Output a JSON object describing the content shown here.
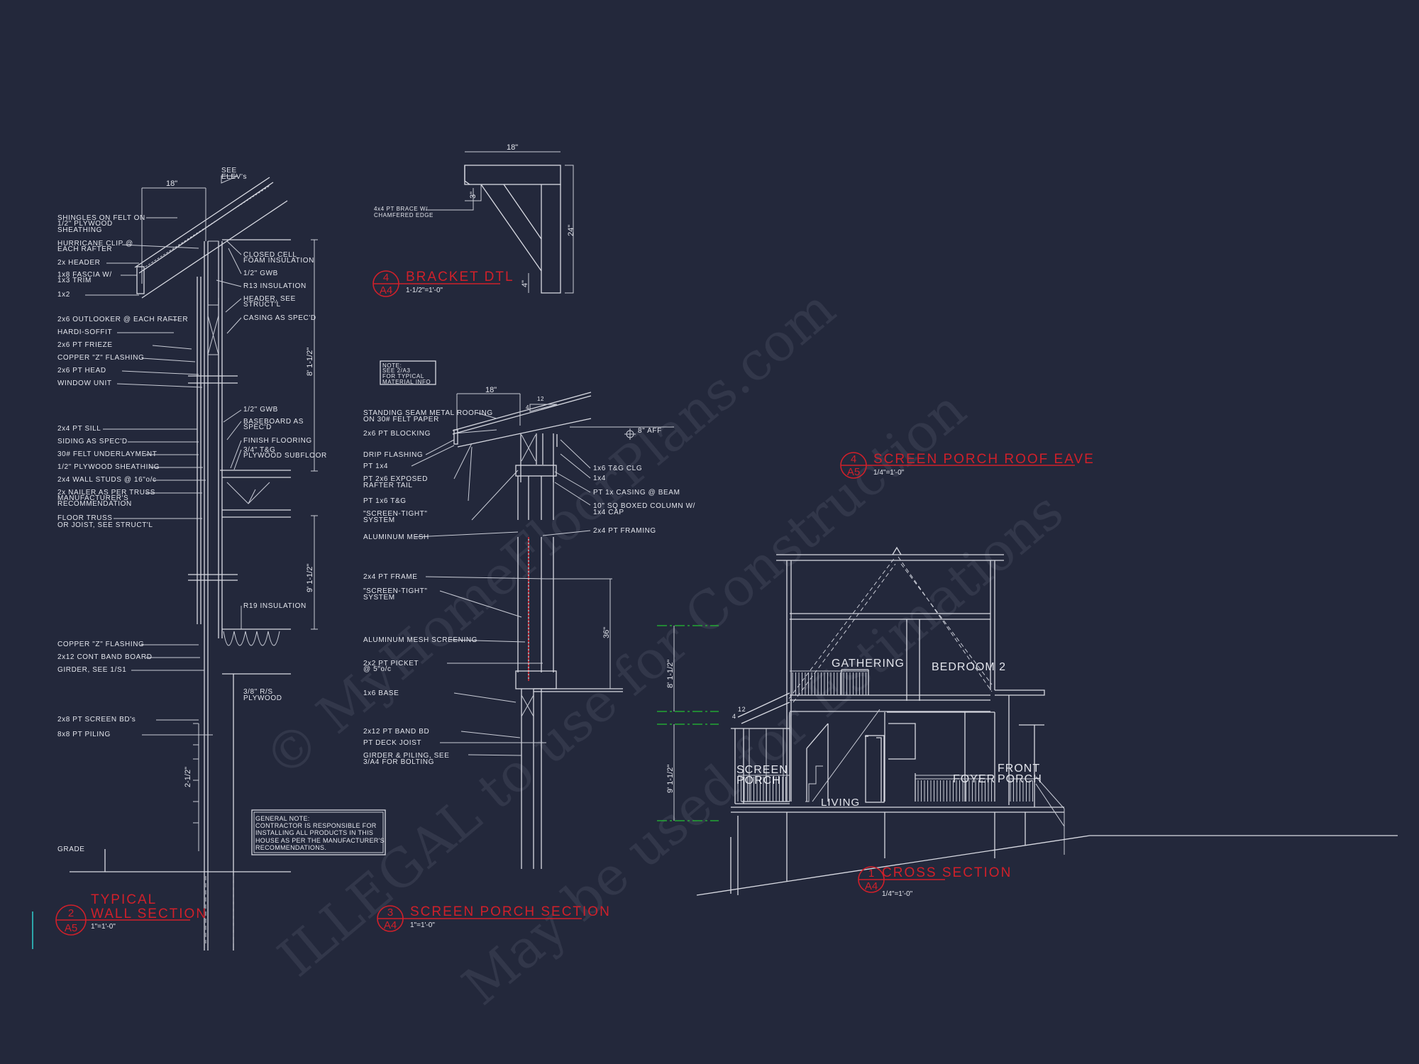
{
  "colors": {
    "background": "#23283b",
    "linework": "#d9dbe3",
    "titles": "#d0202a",
    "gridlines": "#22c032"
  },
  "watermark": [
    "© MyHomeFloorPlans.com",
    "ILLEGAL to use for Construction",
    "May be used for Estimations"
  ],
  "wall_section": {
    "title_line1": "TYPICAL",
    "title_line2": "WALL SECTION",
    "detail_no": "2",
    "sheet": "A5",
    "scale": "1\"=1'-0\"",
    "dims": {
      "overhang": "18\"",
      "upper": "8' 1-1/2\"",
      "lower": "9' 1-1/2\"",
      "screen": "2-1/2\"",
      "see": "SEE",
      "elev": "ELEV's"
    },
    "left_labels": [
      "SHINGLES ON FELT ON",
      "1/2\" PLYWOOD",
      "SHEATHING",
      "HURRICANE CLIP @",
      "EACH RAFTER",
      "2x HEADER",
      "1x8 FASCIA W/",
      "1x3 TRIM",
      "1x2",
      "2x6 OUTLOOKER @ EACH RAFTER",
      "HARDI-SOFFIT",
      "2x6 PT FRIEZE",
      "COPPER \"Z\" FLASHING",
      "2x6 PT HEAD",
      "WINDOW UNIT",
      "2x4 PT SILL",
      "SIDING AS SPEC'D",
      "30# FELT UNDERLAYMENT",
      "1/2\" PLYWOOD SHEATHING",
      "2x4 WALL STUDS @ 16\"o/c",
      "2x NAILER AS PER TRUSS",
      "MANUFACTURER'S",
      "RECOMMENDATION",
      "FLOOR TRUSS",
      "OR JOIST, SEE STRUCT'L",
      "COPPER \"Z\" FLASHING",
      "2x12 CONT BAND BOARD",
      "GIRDER, SEE 1/S1",
      "2x8 PT SCREEN BD's",
      "8x8 PT PILING",
      "GRADE"
    ],
    "right_labels": [
      "CLOSED CELL",
      "FOAM INSULATION",
      "1/2\" GWB",
      "R13 INSULATION",
      "HEADER, SEE",
      "STRUCT'L",
      "CASING AS SPEC'D",
      "1/2\" GWB",
      "BASEBOARD AS",
      "SPEC'D",
      "FINISH FLOORING",
      "3/4\" T&G",
      "PLYWOOD SUBFLOOR",
      "R19 INSULATION",
      "3/8\" R/S",
      "PLYWOOD"
    ]
  },
  "general_note": [
    "GENERAL NOTE:",
    "CONTRACTOR IS RESPONSIBLE FOR",
    "INSTALLING ALL PRODUCTS IN THIS",
    "HOUSE AS PER THE MANUFACTURER'S",
    "RECOMMENDATIONS."
  ],
  "bracket_detail": {
    "title": "BRACKET DTL",
    "detail_no": "4",
    "sheet": "A4",
    "scale": "1-1/2\"=1'-0\"",
    "label": [
      "4x4 PT BRACE W/",
      "CHAMFERED EDGE"
    ],
    "dims": {
      "width": "18\"",
      "height": "24\"",
      "top": "3\"",
      "bottom": "4\""
    }
  },
  "porch_section": {
    "title": "SCREEN PORCH SECTION",
    "detail_no": "3",
    "sheet": "A4",
    "scale": "1\"=1'-0\"",
    "note": [
      "NOTE:",
      "SEE 2/A3",
      "FOR TYPICAL",
      "MATERIAL INFO"
    ],
    "dims": {
      "overhang": "18\"",
      "pitch_rise": "4",
      "pitch_run": "12",
      "aff": "8\" AFF",
      "rail": "36\""
    },
    "left_labels": [
      "STANDING SEAM METAL ROOFING",
      "ON 30# FELT PAPER",
      "2x6 PT BLOCKING",
      "DRIP FLASHING",
      "PT 1x4",
      "PT 2x6 EXPOSED",
      "RAFTER TAIL",
      "PT 1x6 T&G",
      "\"SCREEN-TIGHT\"",
      "SYSTEM",
      "ALUMINUM MESH",
      "2x4 PT FRAME",
      "\"SCREEN-TIGHT\"",
      "SYSTEM",
      "ALUMINUM MESH SCREENING",
      "2x2 PT PICKET",
      "@ 5\"o/c",
      "1x6 BASE",
      "2x12 PT BAND BD",
      "PT DECK JOIST",
      "GIRDER & PILING, SEE",
      "3/A4 FOR BOLTING"
    ],
    "right_labels": [
      "1x6 T&G CLG",
      "1x4",
      "PT 1x CASING @ BEAM",
      "10\" SQ BOXED COLUMN W/",
      "1x4 CAP",
      "2x4 PT FRAMING"
    ]
  },
  "roof_eave": {
    "title": "SCREEN PORCH ROOF EAVE",
    "detail_no": "4",
    "sheet": "A5",
    "scale": "1/4\"=1'-0\""
  },
  "cross_section": {
    "title": "CROSS SECTION",
    "detail_no": "1",
    "sheet": "A4",
    "scale": "1/4\"=1'-0\"",
    "rooms": [
      "GATHERING",
      "BEDROOM 2",
      "SCREEN",
      "PORCH",
      "LIVING",
      "FOYER",
      "FRONT",
      "PORCH"
    ],
    "dims": {
      "upper": "8' 1-1/2\"",
      "lower": "9' 1-1/2\"",
      "pitch_rise": "4",
      "pitch_run": "12"
    }
  }
}
